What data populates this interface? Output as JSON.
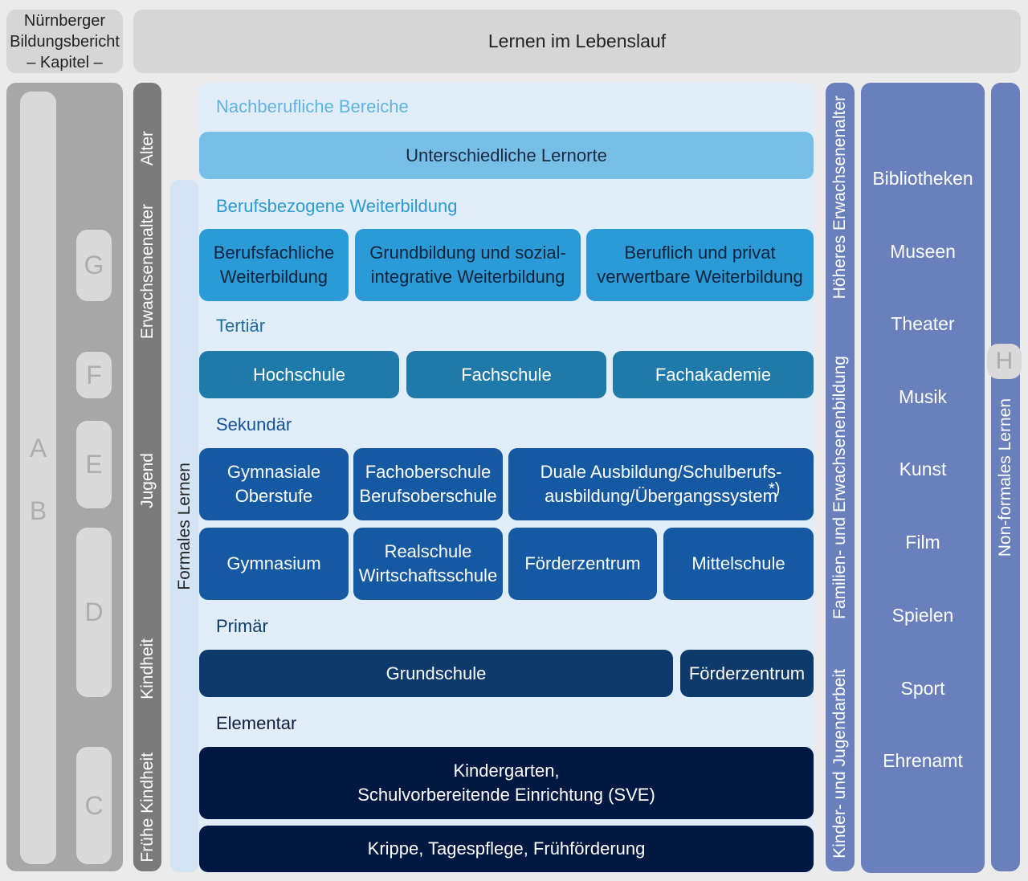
{
  "header": {
    "left_title": "Nürnberger\nBildungsbericht\n– Kapitel –",
    "main_title": "Lernen im Lebenslauf"
  },
  "chapters": {
    "A": "A",
    "B": "B",
    "C": "C",
    "D": "D",
    "E": "E",
    "F": "F",
    "G": "G",
    "H": "H"
  },
  "age_axis": {
    "alter": "Alter",
    "erwachsenenalter": "Erwachsenenalter",
    "jugend": "Jugend",
    "kindheit": "Kindheit",
    "fruehe_kindheit": "Frühe Kindheit"
  },
  "formal": {
    "label": "Formales Lernen",
    "nachberuflich": {
      "label": "Nachberufliche Bereiche",
      "box": "Unterschiedliche Lernorte"
    },
    "weiterbildung": {
      "label": "Berufsbezogene Weiterbildung",
      "boxes": [
        "Berufsfachliche\nWeiterbildung",
        "Grundbildung und sozial-\nintegrative Weiterbildung",
        "Beruflich und privat\nverwertbare Weiterbildung"
      ]
    },
    "tertiaer": {
      "label": "Tertiär",
      "boxes": [
        "Hochschule",
        "Fachschule",
        "Fachakademie"
      ]
    },
    "sekundaer": {
      "label": "Sekundär",
      "row1": [
        "Gymnasiale\nOberstufe",
        "Fachoberschule\nBerufsoberschule",
        "Duale Ausbildung/Schulberufs-\nausbildung/Übergangssystem"
      ],
      "footnote_mark": "*)",
      "row2": [
        "Gymnasium",
        "Realschule\nWirtschaftsschule",
        "Förderzentrum",
        "Mittelschule"
      ]
    },
    "primaer": {
      "label": "Primär",
      "boxes": [
        "Grundschule",
        "Förderzentrum"
      ]
    },
    "elementar": {
      "label": "Elementar",
      "boxes": [
        "Kindergarten,\nSchulvorbereitende Einrichtung (SVE)",
        "Krippe, Tagespflege, Frühförderung"
      ]
    }
  },
  "family_column": {
    "top": "Höheres Erwachsenenalter",
    "middle": "Familien- und Erwachsenenbildung",
    "bottom": "Kinder- und Jugendarbeit"
  },
  "nonformal": {
    "label": "Non-formales Lernen",
    "items": [
      "Bibliotheken",
      "Museen",
      "Theater",
      "Musik",
      "Kunst",
      "Film",
      "Spielen",
      "Sport",
      "Ehrenamt"
    ]
  },
  "colors": {
    "nachberuflich": "#78bfe8",
    "weiterbildung": "#2a9bd6",
    "tertiaer": "#1f7aaa",
    "sekundaer": "#1559a3",
    "primaer": "#0d3a6a",
    "elementar": "#001842",
    "nonformal": "#6a80bd"
  }
}
